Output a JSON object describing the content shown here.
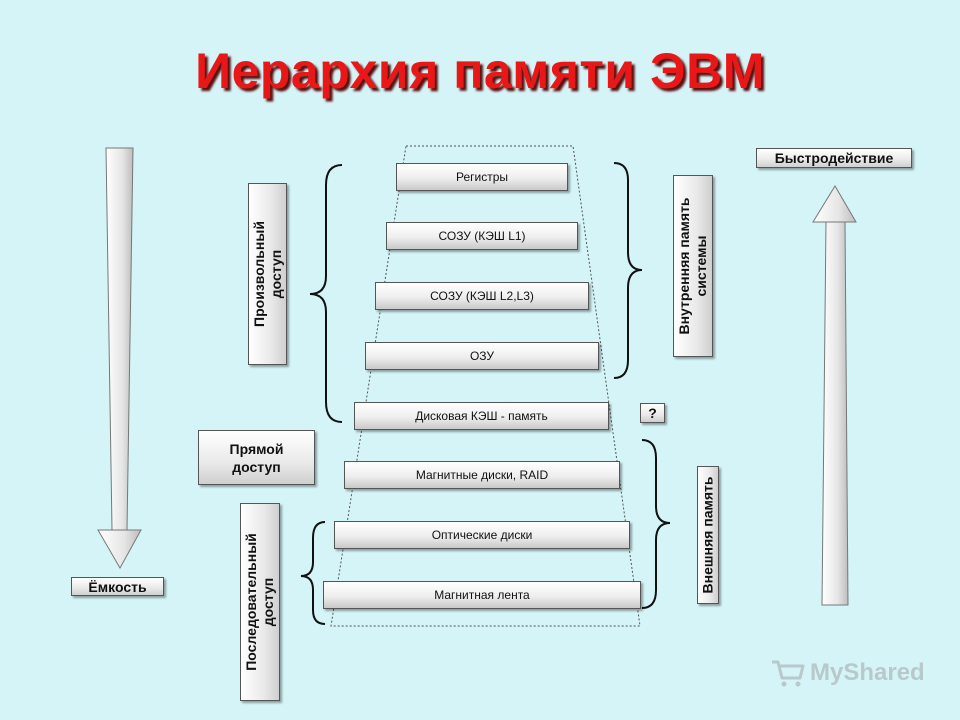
{
  "title": "Иерархия памяти ЭВМ",
  "levels": [
    "Регистры",
    "СОЗУ (КЭШ L1)",
    "СОЗУ (КЭШ L2,L3)",
    "ОЗУ",
    "Дисковая КЭШ - память",
    "Магнитные диски, RAID",
    "Оптические диски",
    "Магнитная лента"
  ],
  "access": {
    "random": [
      "Произвольный",
      "доступ"
    ],
    "direct": [
      "Прямой",
      "доступ"
    ],
    "sequential": [
      "Последовательный",
      "доступ"
    ]
  },
  "memory": {
    "internal": [
      "Внутренняя память",
      "системы"
    ],
    "external": "Внешняя память",
    "question": "?"
  },
  "axes": {
    "capacity": "Ёмкость",
    "speed": "Быстродействие"
  },
  "watermark": "MyShared",
  "colors": {
    "background": "#d4f4f7",
    "title": "#e81818"
  }
}
